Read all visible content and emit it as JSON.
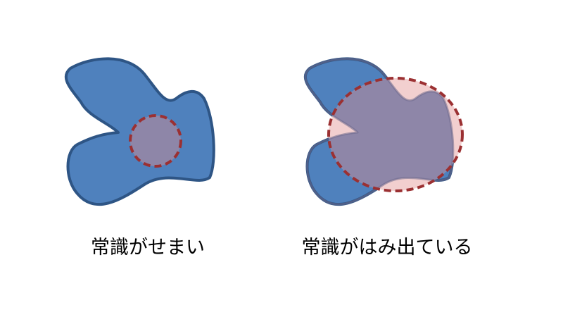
{
  "colors": {
    "blob_fill": "#4f81bd",
    "blob_stroke": "#2e5585",
    "circle_stroke": "#9b3032",
    "inside_fill": "#8e86a8",
    "outside_fill": "#f2cfcf"
  },
  "panels": [
    {
      "caption": "常識がせまい",
      "ellipse_extent": "inside"
    },
    {
      "caption": "常識がはみ出ている",
      "ellipse_extent": "overflow"
    }
  ]
}
